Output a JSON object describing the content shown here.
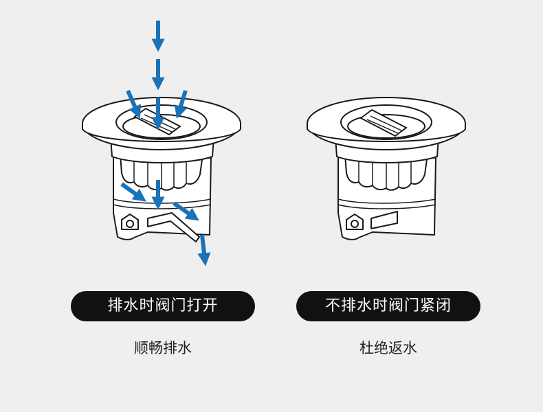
{
  "colors": {
    "background": "#efefef",
    "line": "#1a1a1a",
    "fill": "#ffffff",
    "arrow": "#1a72b8",
    "pill": "#111111"
  },
  "panels": [
    {
      "state": "open",
      "label": "排水时阀门打开",
      "caption": "顺畅排水"
    },
    {
      "state": "closed",
      "label": "不排水时阀门紧闭",
      "caption": "杜绝返水"
    }
  ]
}
